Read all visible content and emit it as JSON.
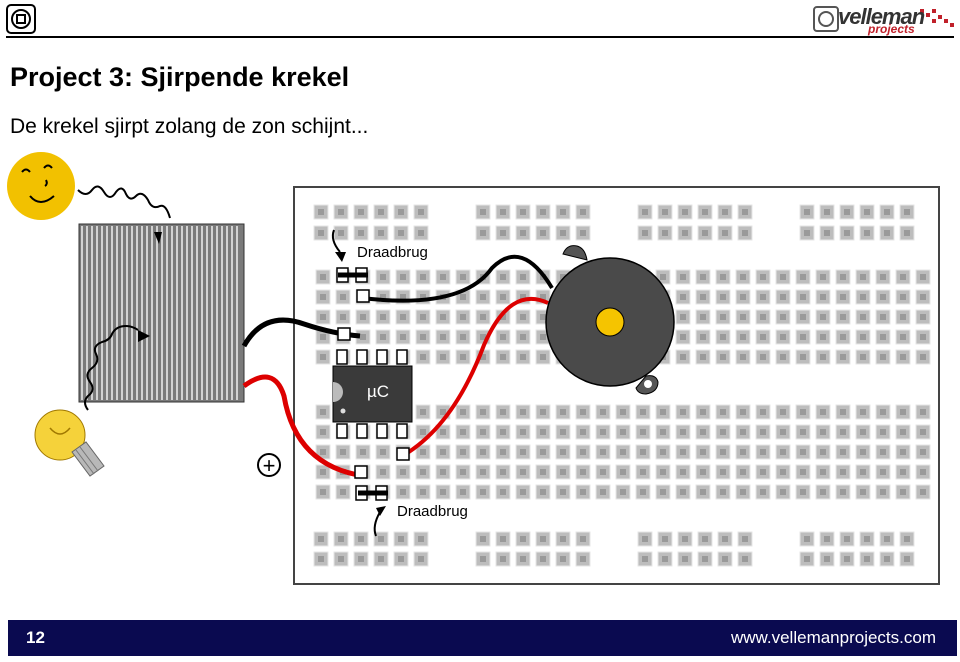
{
  "header": {
    "logo_text": "velleman",
    "logo_sub": "projects"
  },
  "title": "Project 3: Sjirpende krekel",
  "subtitle": "De krekel sjirpt zolang de zon schijnt...",
  "diagram": {
    "ic_label": "µC",
    "jumper_label_top": "Draadbrug",
    "jumper_label_bottom": "Draadbrug",
    "plus_symbol": "+"
  },
  "footer": {
    "page_number": "12",
    "website": "www.vellemanprojects.com",
    "bar_color": "#0a0a50"
  },
  "icons": [
    "site-badge-icon",
    "velleman-logo-icon",
    "sun-icon",
    "light-bulb-icon",
    "solar-panel-icon",
    "buzzer-icon"
  ]
}
